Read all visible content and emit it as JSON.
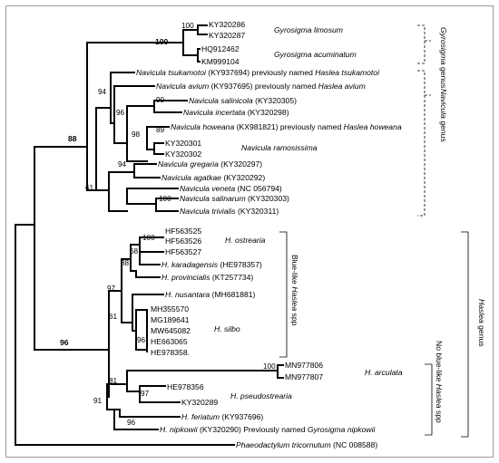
{
  "bootstrap": {
    "b100_gyro_top": "100",
    "b100_gyro": "100",
    "b94_nav": "94",
    "b90": "90",
    "b96_nav": "96",
    "b89": "89",
    "b98": "98",
    "b88": "88",
    "b94_greg": "94",
    "b61_nav": "61",
    "b100_salin": "100",
    "b100_ostr": "100",
    "b68": "68",
    "b88_hasl": "88",
    "b97_blue": "97",
    "b61_silbo": "61",
    "b96_silbo": "96",
    "b96_root": "96",
    "b100_arc": "100",
    "b97_pseudo": "97",
    "b81": "81",
    "b91": "91",
    "b96_fer": "96"
  },
  "taxa": {
    "ky320286": "KY320286",
    "ky320287": "KY320287",
    "gyro_limosum": "Gyrosigma limosum",
    "hq912462": "HQ912462",
    "km999104": "KM999104",
    "gyro_acuminatum": "Gyrosigma acuminatum",
    "nav_tsuk_name": "Navicula tsukamotoi",
    "nav_tsuk_acc": "(KY937694) previously named",
    "nav_tsuk_old": "Haslea tsukamotoi",
    "nav_avium_name": "Navicula avium",
    "nav_avium_acc": "(KY937695) previously named",
    "nav_avium_old": "Haslea avium",
    "nav_salinicola_name": "Navicula salinicola",
    "nav_salinicola_acc": "(KY320305)",
    "nav_incertata_name": "Navicula incertata",
    "nav_incertata_acc": "(KY320298)",
    "nav_howeana_name": "Navicula howeana",
    "nav_howeana_acc": "(KX981821) previously named",
    "nav_howeana_old": "Haslea howeana",
    "ky320301": "KY320301",
    "ky320302": "KY320302",
    "nav_ramosissima": "Navicula ramosissima",
    "nav_gregaria_name": "Navicula gregaria",
    "nav_gregaria_acc": "(KY320297)",
    "nav_agatkae_name": "Navicula agatkae",
    "nav_agatkae_acc": "(KY320292)",
    "nav_veneta_name": "Navicula veneta",
    "nav_veneta_acc": "(NC 056794)",
    "nav_salinarum_name": "Navicula salinarum",
    "nav_salinarum_acc": "(KY320303)",
    "nav_trivialis_name": "Navicula trivialis",
    "nav_trivialis_acc": "(KY320311)",
    "hf563525": "HF563525",
    "hf563526": "HF563526",
    "hf563527": "HF563527",
    "h_ostrearia": "H. ostrearia",
    "h_karadagensis_name": "H. karadagensis",
    "h_karadagensis_acc": "(HE978357)",
    "h_provincialis_name": "H. provincialis",
    "h_provincialis_acc": "(KT257734)",
    "h_nusantara_name": "H. nusantara",
    "h_nusantara_acc": "(MH681881)",
    "mh355570": "MH355570",
    "mg189641": "MG189641",
    "mw645082": "MW645082",
    "he663065": "HE663065",
    "he978358": "HE978358.",
    "h_silbo": "H. silbo",
    "mn977806": "MN977806",
    "mn977807": "MN977807",
    "h_arculata": "H. arculata",
    "he978356": "HE978356",
    "ky320289": "KY320289",
    "h_pseudostrearia": "H. pseudostrearia",
    "h_feriatum_name": "H. feriatum",
    "h_feriatum_acc": "(KY937696)",
    "h_nipkowii_name": "H. nipkowii",
    "h_nipkowii_acc": "(KY320290) Previously named",
    "h_nipkowii_old": "Gyrosigma nipkowii",
    "phaeo_name": "Phaeodactylum tricornutum",
    "phaeo_acc": "(NC 008588)"
  },
  "groups": {
    "gyrosigma_1": "Gyrosigma",
    "gyrosigma_2": "genus",
    "navicula_1": "Navicula",
    "navicula_2": "genus",
    "blue_1": "Blue-like",
    "blue_2": "Haslea",
    "blue_3": "spp",
    "haslea_1": "Haslea",
    "haslea_2": "genus",
    "noblue_1": "No blue-like",
    "noblue_2": "Haslea",
    "noblue_3": "spp"
  }
}
